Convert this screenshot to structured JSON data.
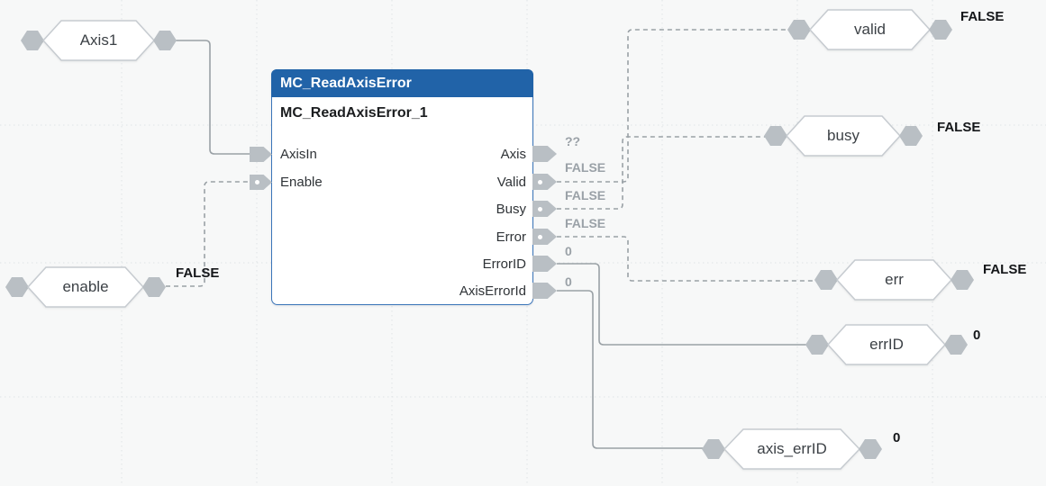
{
  "editor": {
    "view": "fbd-network-canvas"
  },
  "block": {
    "type_name": "MC_ReadAxisError",
    "instance_name": "MC_ReadAxisError_1",
    "inputs": [
      {
        "name": "AxisIn"
      },
      {
        "name": "Enable"
      }
    ],
    "outputs": [
      {
        "name": "Axis",
        "value": "??"
      },
      {
        "name": "Valid",
        "value": "FALSE"
      },
      {
        "name": "Busy",
        "value": "FALSE"
      },
      {
        "name": "Error",
        "value": "FALSE"
      },
      {
        "name": "ErrorID",
        "value": "0"
      },
      {
        "name": "AxisErrorId",
        "value": "0"
      }
    ]
  },
  "tags": [
    {
      "label": "Axis1"
    },
    {
      "label": "enable",
      "value": "FALSE"
    },
    {
      "label": "valid",
      "value": "FALSE"
    },
    {
      "label": "busy",
      "value": "FALSE"
    },
    {
      "label": "err",
      "value": "FALSE"
    },
    {
      "label": "errID",
      "value": "0"
    },
    {
      "label": "axis_errID",
      "value": "0"
    }
  ],
  "colors": {
    "block_header": "#2163a8",
    "block_border": "#3a74b8",
    "wire": "#9aa1a6",
    "pin_fill": "#b9bfc4",
    "value_gray": "#9aa1a7",
    "value_black": "#141619",
    "tag_border": "#c6cbd0",
    "canvas_bg": "#f7f8f8",
    "grid_dots": "#dfe3e6"
  }
}
